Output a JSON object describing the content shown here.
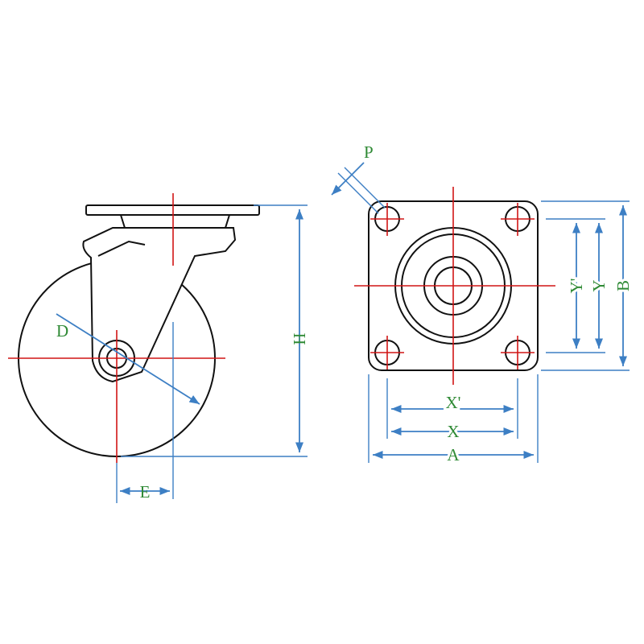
{
  "side_view": {
    "labels": {
      "diameter": "D",
      "height": "H",
      "offset": "E"
    }
  },
  "top_view": {
    "labels": {
      "bolt_hole": "P",
      "hole_spacing_x_inner": "X'",
      "hole_spacing_x": "X",
      "plate_width": "A",
      "hole_spacing_y_inner": "Y'",
      "hole_spacing_y": "Y",
      "plate_length": "B"
    }
  },
  "colors": {
    "outline": "#111111",
    "centerline": "#d01515",
    "dimension": "#3d7fc4",
    "label": "#2f8a35"
  }
}
